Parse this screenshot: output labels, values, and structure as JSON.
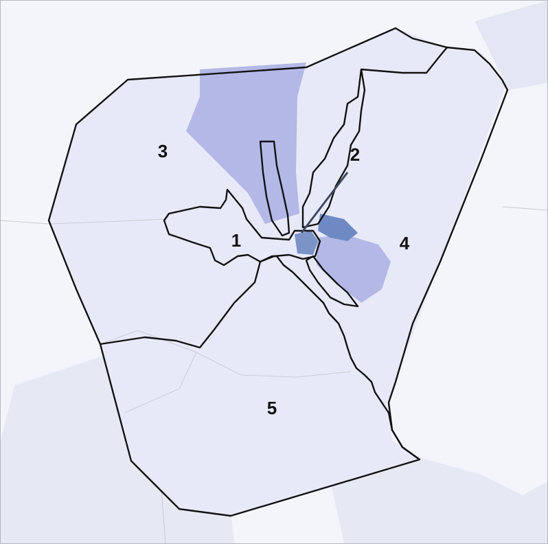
{
  "map": {
    "districts": [
      {
        "id": "1",
        "label": "1"
      },
      {
        "id": "2",
        "label": "2"
      },
      {
        "id": "3",
        "label": "3"
      },
      {
        "id": "4",
        "label": "4"
      },
      {
        "id": "5",
        "label": "5"
      }
    ],
    "colors": {
      "background": "#f4f5fb",
      "outside_land": "#e6e9f4",
      "district_fill_light": "#e8e9f8",
      "district_fill_medium": "#b3b8e6",
      "district_fill_dark": "#6f89c4",
      "boundary": "#111111",
      "leader_line": "#3b4a63"
    }
  }
}
